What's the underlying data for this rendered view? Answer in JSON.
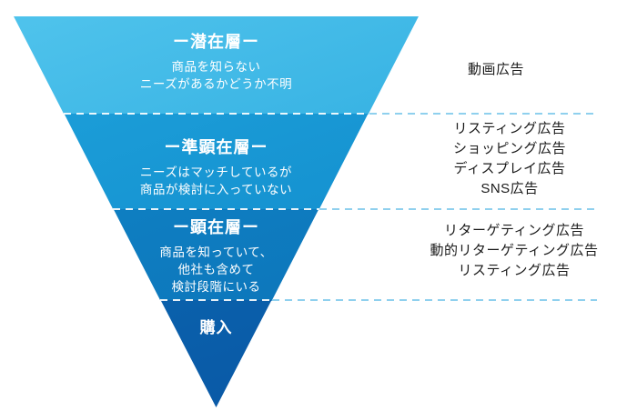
{
  "diagram": {
    "tiers": [
      {
        "id": "latent",
        "title": "ー潜在層ー",
        "desc": [
          "商品を知らない",
          "ニーズがあるかどうか不明"
        ],
        "ads": [
          "動画広告"
        ]
      },
      {
        "id": "semi-manifest",
        "title": "ー準顕在層ー",
        "desc": [
          "ニーズはマッチしているが",
          "商品が検討に入っていない"
        ],
        "ads": [
          "リスティング広告",
          "ショッピング広告",
          "ディスプレイ広告",
          "SNS広告"
        ]
      },
      {
        "id": "manifest",
        "title": "ー顕在層ー",
        "desc": [
          "商品を知っていて、",
          "他社も含めて",
          "検討段階にいる"
        ],
        "ads": [
          "リターゲティング広告",
          "動的リターゲティング広告",
          "リスティング広告"
        ]
      },
      {
        "id": "purchase",
        "title": "購入",
        "desc": [],
        "ads": []
      }
    ],
    "colors": {
      "tier1_top": "#4fc3ec",
      "tier1_bottom": "#1b9fd9",
      "tier2_top": "#1fa3dc",
      "tier2_bottom": "#0e86c8",
      "tier3_top": "#1189ca",
      "tier3_bottom": "#0b70b6",
      "tier4_top": "#0d72b8",
      "tier4_bottom": "#0956a4",
      "divider_inner": "#ffffff",
      "divider_outer": "#8fd0ee",
      "text_on_funnel": "#ffffff",
      "text_right": "#1a1a1a"
    }
  }
}
